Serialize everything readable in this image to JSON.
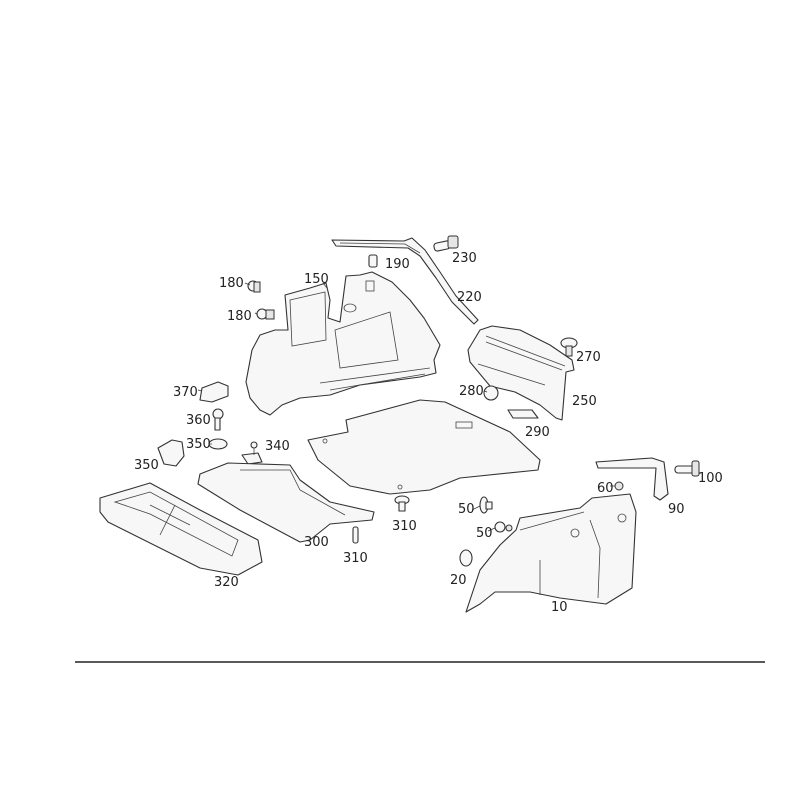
{
  "diagram": {
    "title": "Luggage compartment trim parts",
    "labels": {
      "p10": "10",
      "p20": "20",
      "p50a": "50",
      "p50b": "50",
      "p60": "60",
      "p90": "90",
      "p100": "100",
      "p150": "150",
      "p180a": "180",
      "p180b": "180",
      "p190": "190",
      "p220": "220",
      "p230": "230",
      "p250": "250",
      "p270": "270",
      "p280": "280",
      "p290": "290",
      "p300": "300",
      "p310a": "310",
      "p310b": "310",
      "p320": "320",
      "p340": "340",
      "p350a": "350",
      "p350b": "350",
      "p360": "360",
      "p370": "370"
    }
  }
}
